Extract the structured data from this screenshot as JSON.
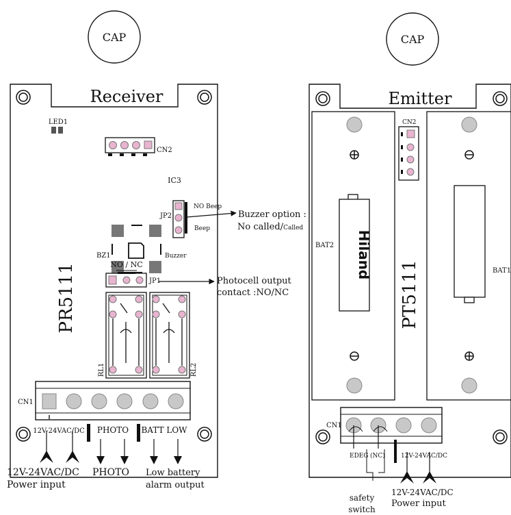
{
  "receiver": {
    "cap": "CAP",
    "title": "Receiver",
    "model": "PR5111",
    "led": "LED1",
    "cn2": "CN2",
    "ic": "IC3",
    "jp2": "JP2",
    "no_beep": "NO Beep",
    "beep": "Beep",
    "bz": "BZ1",
    "buzzer": "Buzzer",
    "no_nc": "NO / NC",
    "jp1": "JP1",
    "rl1": "RL1",
    "rl2": "RL2",
    "cn1": "CN1",
    "terminal_power": "12V-24VAC/DC",
    "terminal_photo": "PHOTO",
    "terminal_batt": "BATT LOW",
    "buzzer_option_1": "Buzzer option :",
    "buzzer_option_2": "No called/",
    "buzzer_option_3": "Called",
    "photo_output_1": "Photocell output",
    "photo_output_2": "contact :NO/NC",
    "bottom_power_1": "12V-24VAC/DC",
    "bottom_power_2": "Power input",
    "bottom_photo": "PHOTO",
    "bottom_low_1": "Low battery",
    "bottom_low_2": "alarm output"
  },
  "emitter": {
    "cap": "CAP",
    "title": "Emitter",
    "model": "PT5111",
    "cn2": "CN2",
    "bat2": "BAT2",
    "bat1": "BAT1",
    "battery_brand": "Hiland",
    "cn1": "CN1",
    "edeg": "EDEG",
    "nc": "(NC)",
    "terminal_power": "12V-24VAC/DC",
    "safety_1": "safety",
    "safety_2": "switch",
    "bottom_power_1": "12V-24VAC/DC",
    "bottom_power_2": "Power input"
  },
  "colors": {
    "line": "#111111",
    "pad": "#c8c8c8",
    "pad_edge": "#888888",
    "dark_pad": "#777777",
    "pink": "#e8b4cf"
  }
}
